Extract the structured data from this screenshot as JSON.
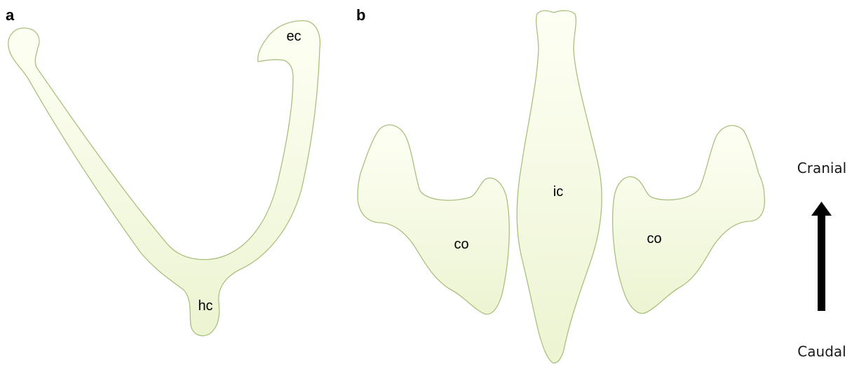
{
  "colors": {
    "bone_fill_light": "#fefff4",
    "bone_fill_dark": "#ecf4d2",
    "bone_outline": "#a9c07e",
    "arrow": "#000000",
    "text": "#000000"
  },
  "panel_a": {
    "label": "a",
    "bones": {
      "epicleidium_label": "ec",
      "hypocleidium_label": "hc"
    }
  },
  "panel_b": {
    "label": "b",
    "bones": {
      "left_coracoid_label": "co",
      "interclavicle_label": "ic",
      "right_coracoid_label": "co"
    }
  },
  "orientation": {
    "top_label": "Cranial",
    "bottom_label": "Caudal",
    "arrow_icon": "arrow-up-icon"
  }
}
